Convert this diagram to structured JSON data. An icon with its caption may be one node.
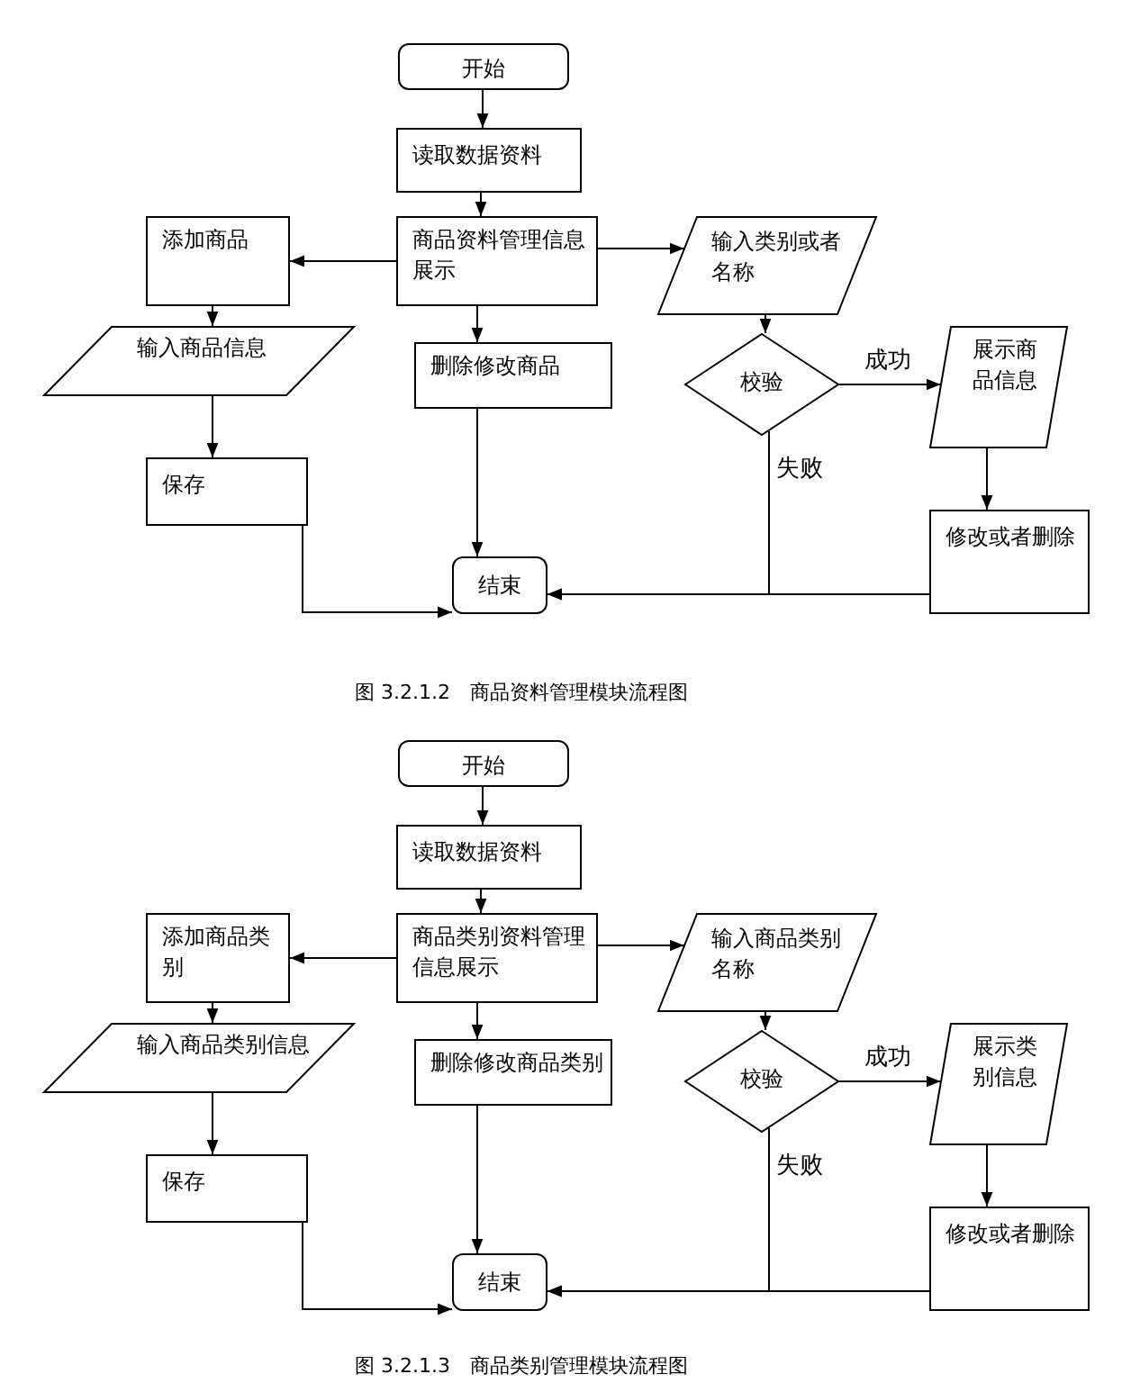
{
  "diagram": {
    "nodes": [
      {
        "text": [
          "开始"
        ]
      },
      {
        "text": [
          "读取数据资料"
        ]
      },
      {
        "text": [
          "添加商品"
        ]
      },
      {
        "text": [
          "商品资料管理信息展示"
        ]
      },
      {
        "text": [
          "输入类别或者名称"
        ]
      },
      {
        "text": [
          "输入商品信息"
        ]
      },
      {
        "text": [
          "删除修改商品"
        ]
      },
      {
        "text": [
          "校验"
        ]
      },
      {
        "text": [
          "展示商品信息"
        ]
      },
      {
        "text": [
          "保存"
        ]
      },
      {
        "text": [
          "结束"
        ]
      },
      {
        "text": [
          "修改或者删除"
        ]
      },
      {
        "text": [
          "开始"
        ]
      },
      {
        "text": [
          "读取数据资料"
        ]
      },
      {
        "text": [
          "添加商品类别"
        ]
      },
      {
        "text": [
          "商品类别资料管理信息展示"
        ]
      },
      {
        "text": [
          "输入商品类别名称"
        ]
      },
      {
        "text": [
          "输入商品类别信息"
        ]
      },
      {
        "text": [
          "删除修改商品类别"
        ]
      },
      {
        "text": [
          "校验"
        ]
      },
      {
        "text": [
          "展示类别信息"
        ]
      },
      {
        "text": [
          "保存"
        ]
      },
      {
        "text": [
          "结束"
        ]
      },
      {
        "text": [
          "修改或者删除"
        ]
      }
    ],
    "edges": [
      {
        "from": 0,
        "to": 1,
        "arrow": "to"
      },
      {
        "from": 1,
        "to": 3,
        "arrow": "to"
      },
      {
        "from": 3,
        "to": 2,
        "arrow": "to"
      },
      {
        "from": 3,
        "to": 6,
        "arrow": "to"
      },
      {
        "from": 3,
        "to": 4,
        "arrow": "to"
      },
      {
        "from": 2,
        "to": 5,
        "arrow": "to"
      },
      {
        "from": 5,
        "to": 9,
        "arrow": "to"
      },
      {
        "from": 9,
        "to": 10,
        "arrow": "to"
      },
      {
        "from": 6,
        "to": 10,
        "arrow": "to"
      },
      {
        "from": 4,
        "to": 7,
        "arrow": "to"
      },
      {
        "from": 7,
        "to": 8,
        "arrow": "to",
        "label": "成功"
      },
      {
        "from": 7,
        "to": 10,
        "arrow": "to",
        "label": "失败"
      },
      {
        "from": 8,
        "to": 11,
        "arrow": "to"
      },
      {
        "from": 11,
        "to": 10,
        "arrow": "to"
      },
      {
        "from": 12,
        "to": 13,
        "arrow": "to"
      },
      {
        "from": 13,
        "to": 15,
        "arrow": "to"
      },
      {
        "from": 15,
        "to": 14,
        "arrow": "to"
      },
      {
        "from": 15,
        "to": 18,
        "arrow": "to"
      },
      {
        "from": 15,
        "to": 16,
        "arrow": "to"
      },
      {
        "from": 14,
        "to": 17,
        "arrow": "to"
      },
      {
        "from": 17,
        "to": 21,
        "arrow": "to"
      },
      {
        "from": 21,
        "to": 22,
        "arrow": "to"
      },
      {
        "from": 18,
        "to": 22,
        "arrow": "to"
      },
      {
        "from": 16,
        "to": 19,
        "arrow": "to"
      },
      {
        "from": 19,
        "to": 20,
        "arrow": "to",
        "label": "成功"
      },
      {
        "from": 19,
        "to": 22,
        "arrow": "to",
        "label": "失败"
      },
      {
        "from": 20,
        "to": 23,
        "arrow": "to"
      },
      {
        "from": 23,
        "to": 22,
        "arrow": "to"
      }
    ],
    "labels": [
      "图 3.2.1.2　商品资料管理模块流程图",
      "图 3.2.1.3　商品类别管理模块流程图"
    ]
  }
}
